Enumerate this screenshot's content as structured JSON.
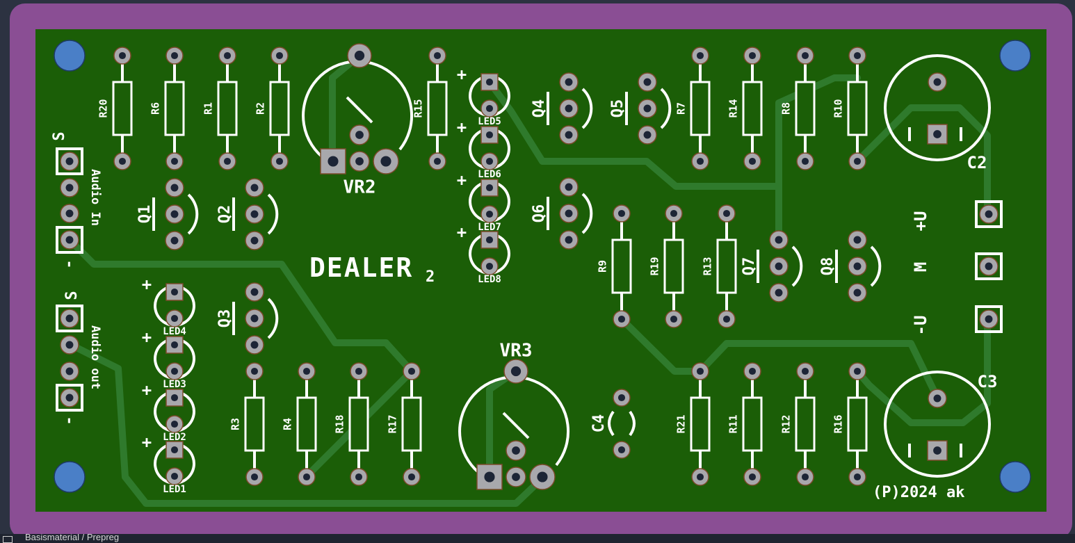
{
  "colors": {
    "background": "#2c3241",
    "edge_cuts": "#8a4e94",
    "board": "#1b5e07",
    "track": "#2f7a2c",
    "silkscreen": "#ffffff",
    "pad": "#a8a8ac",
    "pad_edge": "#7a4a2a",
    "drill": "#1d2536",
    "mount_hole": "#4a7fc7"
  },
  "board": {
    "title": "DEALER",
    "title_sub": "2",
    "copyright": "(P)2024 ak"
  },
  "connectors": {
    "audio_in": {
      "label": "Audio In",
      "s": "S",
      "minus": "-"
    },
    "audio_out": {
      "label": "Audio out",
      "s": "S",
      "minus": "-"
    },
    "power": {
      "plus": "+U",
      "mid": "M",
      "minus": "-U"
    }
  },
  "resistors": [
    {
      "ref": "R20"
    },
    {
      "ref": "R6"
    },
    {
      "ref": "R1"
    },
    {
      "ref": "R2"
    },
    {
      "ref": "R15"
    },
    {
      "ref": "R7"
    },
    {
      "ref": "R14"
    },
    {
      "ref": "R8"
    },
    {
      "ref": "R10"
    },
    {
      "ref": "R9"
    },
    {
      "ref": "R19"
    },
    {
      "ref": "R13"
    },
    {
      "ref": "R3"
    },
    {
      "ref": "R4"
    },
    {
      "ref": "R18"
    },
    {
      "ref": "R17"
    },
    {
      "ref": "R21"
    },
    {
      "ref": "R11"
    },
    {
      "ref": "R12"
    },
    {
      "ref": "R16"
    }
  ],
  "transistors": [
    {
      "ref": "Q1"
    },
    {
      "ref": "Q2"
    },
    {
      "ref": "Q3"
    },
    {
      "ref": "Q4"
    },
    {
      "ref": "Q5"
    },
    {
      "ref": "Q6"
    },
    {
      "ref": "Q7"
    },
    {
      "ref": "Q8"
    }
  ],
  "leds": [
    {
      "ref": "LED5",
      "polarity": "+"
    },
    {
      "ref": "LED6",
      "polarity": "+"
    },
    {
      "ref": "LED7",
      "polarity": "+"
    },
    {
      "ref": "LED8",
      "polarity": "+"
    },
    {
      "ref": "LED4",
      "polarity": "+"
    },
    {
      "ref": "LED3",
      "polarity": "+"
    },
    {
      "ref": "LED2",
      "polarity": "+"
    },
    {
      "ref": "LED1",
      "polarity": "+"
    }
  ],
  "pots": [
    {
      "ref": "VR2"
    },
    {
      "ref": "VR3"
    }
  ],
  "capacitors": [
    {
      "ref": "C2"
    },
    {
      "ref": "C3"
    },
    {
      "ref": "C4"
    }
  ],
  "footer": {
    "layer_label": "Basismaterial / Prepreg"
  }
}
